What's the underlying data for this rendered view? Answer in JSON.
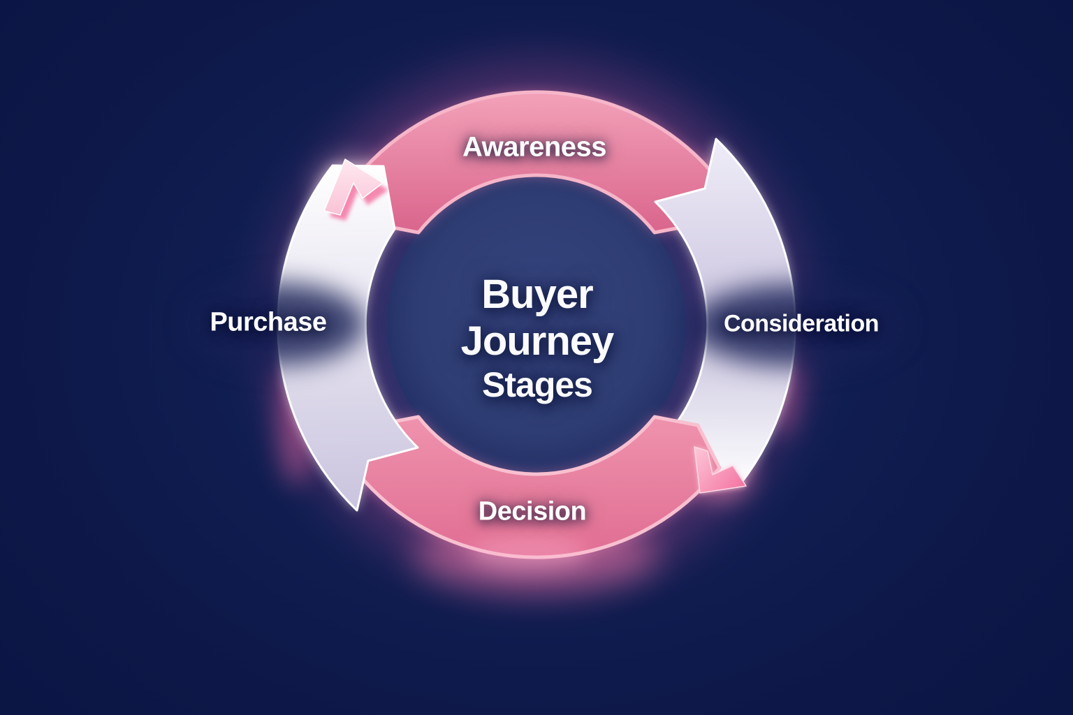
{
  "diagram": {
    "type": "cycle",
    "flow_direction": "clockwise",
    "title_lines": [
      "Buyer",
      "Journey",
      "Stages"
    ],
    "stages": [
      {
        "label": "Awareness",
        "position": "top",
        "style": "pink-ribbon"
      },
      {
        "label": "Consideration",
        "position": "right",
        "style": "light-arc"
      },
      {
        "label": "Decision",
        "position": "bottom",
        "style": "pink-ribbon"
      },
      {
        "label": "Purchase",
        "position": "left",
        "style": "light-arc"
      }
    ]
  },
  "colors": {
    "background_navy": "#0d1848",
    "inner_disc_navy": "#2e3d73",
    "ribbon_pink_light": "#f2a0b8",
    "ribbon_pink_dark": "#d86189",
    "ribbon_pink_mid": "#ef93ae",
    "ribbon_pink_deep": "#e06d92",
    "arc_pale": "#f0edf8",
    "arc_white": "#ffffff",
    "arc_lavender": "#c9c3de",
    "chevron_light": "#ffe9f1",
    "chevron_pink": "#f36d9d",
    "glow_pink": "#ff7fae",
    "label_text": "#fdfdff"
  }
}
